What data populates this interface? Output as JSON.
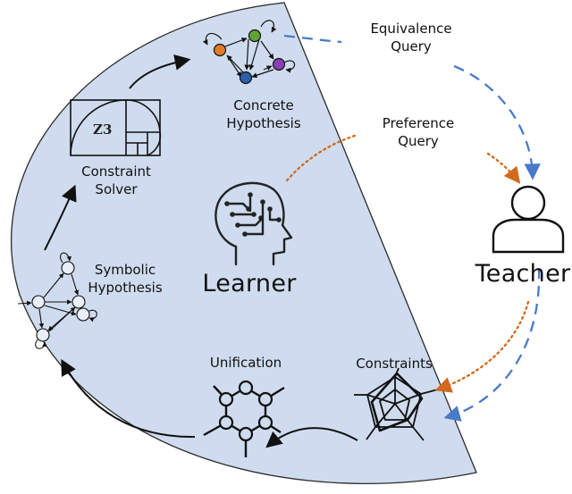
{
  "labels": {
    "equivalence_query": [
      "Equivalence",
      "Query"
    ],
    "preference_query": [
      "Preference",
      "Query"
    ],
    "concrete_hypothesis": [
      "Concrete",
      "Hypothesis"
    ],
    "constraint_solver": [
      "Constraint",
      "Solver"
    ],
    "symbolic_hypothesis": [
      "Symbolic",
      "Hypothesis"
    ],
    "learner": "Learner",
    "teacher": "Teacher",
    "unification": "Unification",
    "constraints": "Constraints",
    "solver_logo": "Z3"
  },
  "icons": [
    "concrete-graph-icon",
    "solver-golden-spiral-icon",
    "learner-head-icon",
    "teacher-person-icon",
    "symbolic-graph-icon",
    "unification-hexagon-icon",
    "constraints-radar-icon"
  ],
  "colors": {
    "region_fill": "#cfdcef",
    "region_stroke": "#2b2b2b",
    "blue_arrow": "#4a7ac9",
    "orange_arrow": "#d2691e",
    "node_green": "#5fa336",
    "node_orange": "#e07b2a",
    "node_purple": "#8a3fb5",
    "node_blue": "#2e5fa8"
  }
}
